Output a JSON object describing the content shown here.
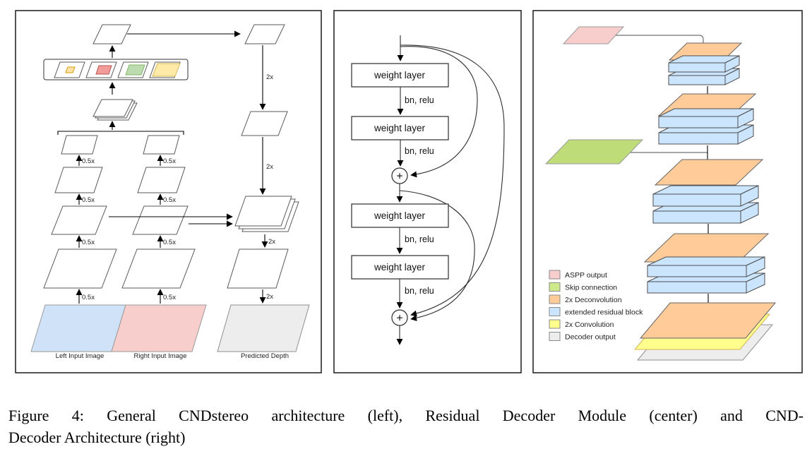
{
  "figure": {
    "caption_line1": "Figure 4: General CNDstereo architecture (left), Residual Decoder Module (center) and CND-",
    "caption_line2": "Decoder Architecture (right)"
  },
  "left_panel": {
    "downscale_label": "0.5x",
    "upscale_label": "2x",
    "left_input_label": "Left Input Image",
    "right_input_label": "Right Input Image",
    "predicted_depth_label": "Predicted Depth",
    "colors": {
      "left_input": "#cfe2f7",
      "right_input": "#f8cecc",
      "predicted_depth": "#ededed",
      "pyramid_inset_1": "#ffe2a8",
      "pyramid_inset_2": "#f19c99",
      "pyramid_inset_3": "#bcdcb0",
      "pyramid_inset_4": "#ffeaa7"
    }
  },
  "center_panel": {
    "weight_layer_label": "weight layer",
    "bn_relu_label": "bn, relu",
    "plus_label": "+"
  },
  "right_panel": {
    "legend": [
      {
        "label": "ASPP output",
        "color": "#f8cecc"
      },
      {
        "label": "Skip connection",
        "color": "#cdeb8b"
      },
      {
        "label": "2x Deconvolution",
        "color": "#ffcc99"
      },
      {
        "label": "extended residual block",
        "color": "#cce5ff"
      },
      {
        "label": "2x Convolution",
        "color": "#ffff8d"
      },
      {
        "label": "Decoder output",
        "color": "#ededed"
      }
    ],
    "colors": {
      "aspp_output": "#f8cecc",
      "skip_connection": "#bedc78",
      "deconvolution": "#ffcc99",
      "residual_block": "#cce5ff",
      "convolution": "#ffff8d",
      "decoder_output": "#ededed"
    }
  }
}
